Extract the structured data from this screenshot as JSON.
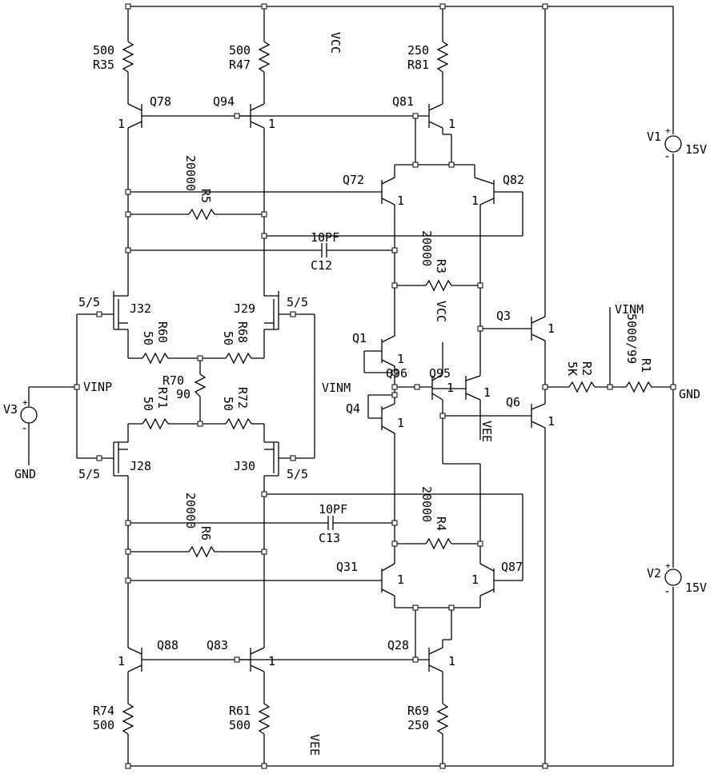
{
  "labels": {
    "r35_val": "500",
    "r35_name": "R35",
    "r47_val": "500",
    "r47_name": "R47",
    "r81_val": "250",
    "r81_name": "R81",
    "vcc_top": "VCC",
    "q78": "Q78",
    "q94": "Q94",
    "q81": "Q81",
    "q72": "Q72",
    "q82": "Q82",
    "r5_val": "20000",
    "r5_name": "R5",
    "c12_val": "10PF",
    "c12_name": "C12",
    "r3_val": "20000",
    "r3_name": "R3",
    "vcc_mid": "VCC",
    "j32": "J32",
    "j32_size": "5/5",
    "j29": "J29",
    "j29_size": "5/5",
    "r60_name": "R60",
    "r60_val": "50",
    "r68_name": "R68",
    "r68_val": "50",
    "r70_name": "R70",
    "r70_val": "90",
    "r71_name": "R71",
    "r71_val": "50",
    "r72_name": "R72",
    "r72_val": "50",
    "vinp": "VINP",
    "v3_name": "V3",
    "v3_gnd": "GND",
    "q1": "Q1",
    "q96": "Q96",
    "q95": "Q95",
    "vinm_in": "VINM",
    "q4": "Q4",
    "vee_mid": "VEE",
    "q3": "Q3",
    "q6": "Q6",
    "r2_name": "R2",
    "r2_val": "5K",
    "vinm_fb": "VINM",
    "r1_name": "R1",
    "r1_val": "5000/99",
    "gnd_right": "GND",
    "v1_name": "V1",
    "v1_val": "15V",
    "v2_name": "V2",
    "v2_val": "15V",
    "j28": "J28",
    "j28_size": "5/5",
    "j30": "J30",
    "j30_size": "5/5",
    "r6_val": "20000",
    "r6_name": "R6",
    "c13_val": "10PF",
    "c13_name": "C13",
    "r4_val": "20000",
    "r4_name": "R4",
    "q31": "Q31",
    "q87": "Q87",
    "q88": "Q88",
    "q83": "Q83",
    "q28": "Q28",
    "r74_name": "R74",
    "r74_val": "500",
    "r61_name": "R61",
    "r61_val": "500",
    "r69_name": "R69",
    "r69_val": "250",
    "vee_bot": "VEE",
    "area": "1",
    "plus": "+",
    "minus": "-"
  }
}
